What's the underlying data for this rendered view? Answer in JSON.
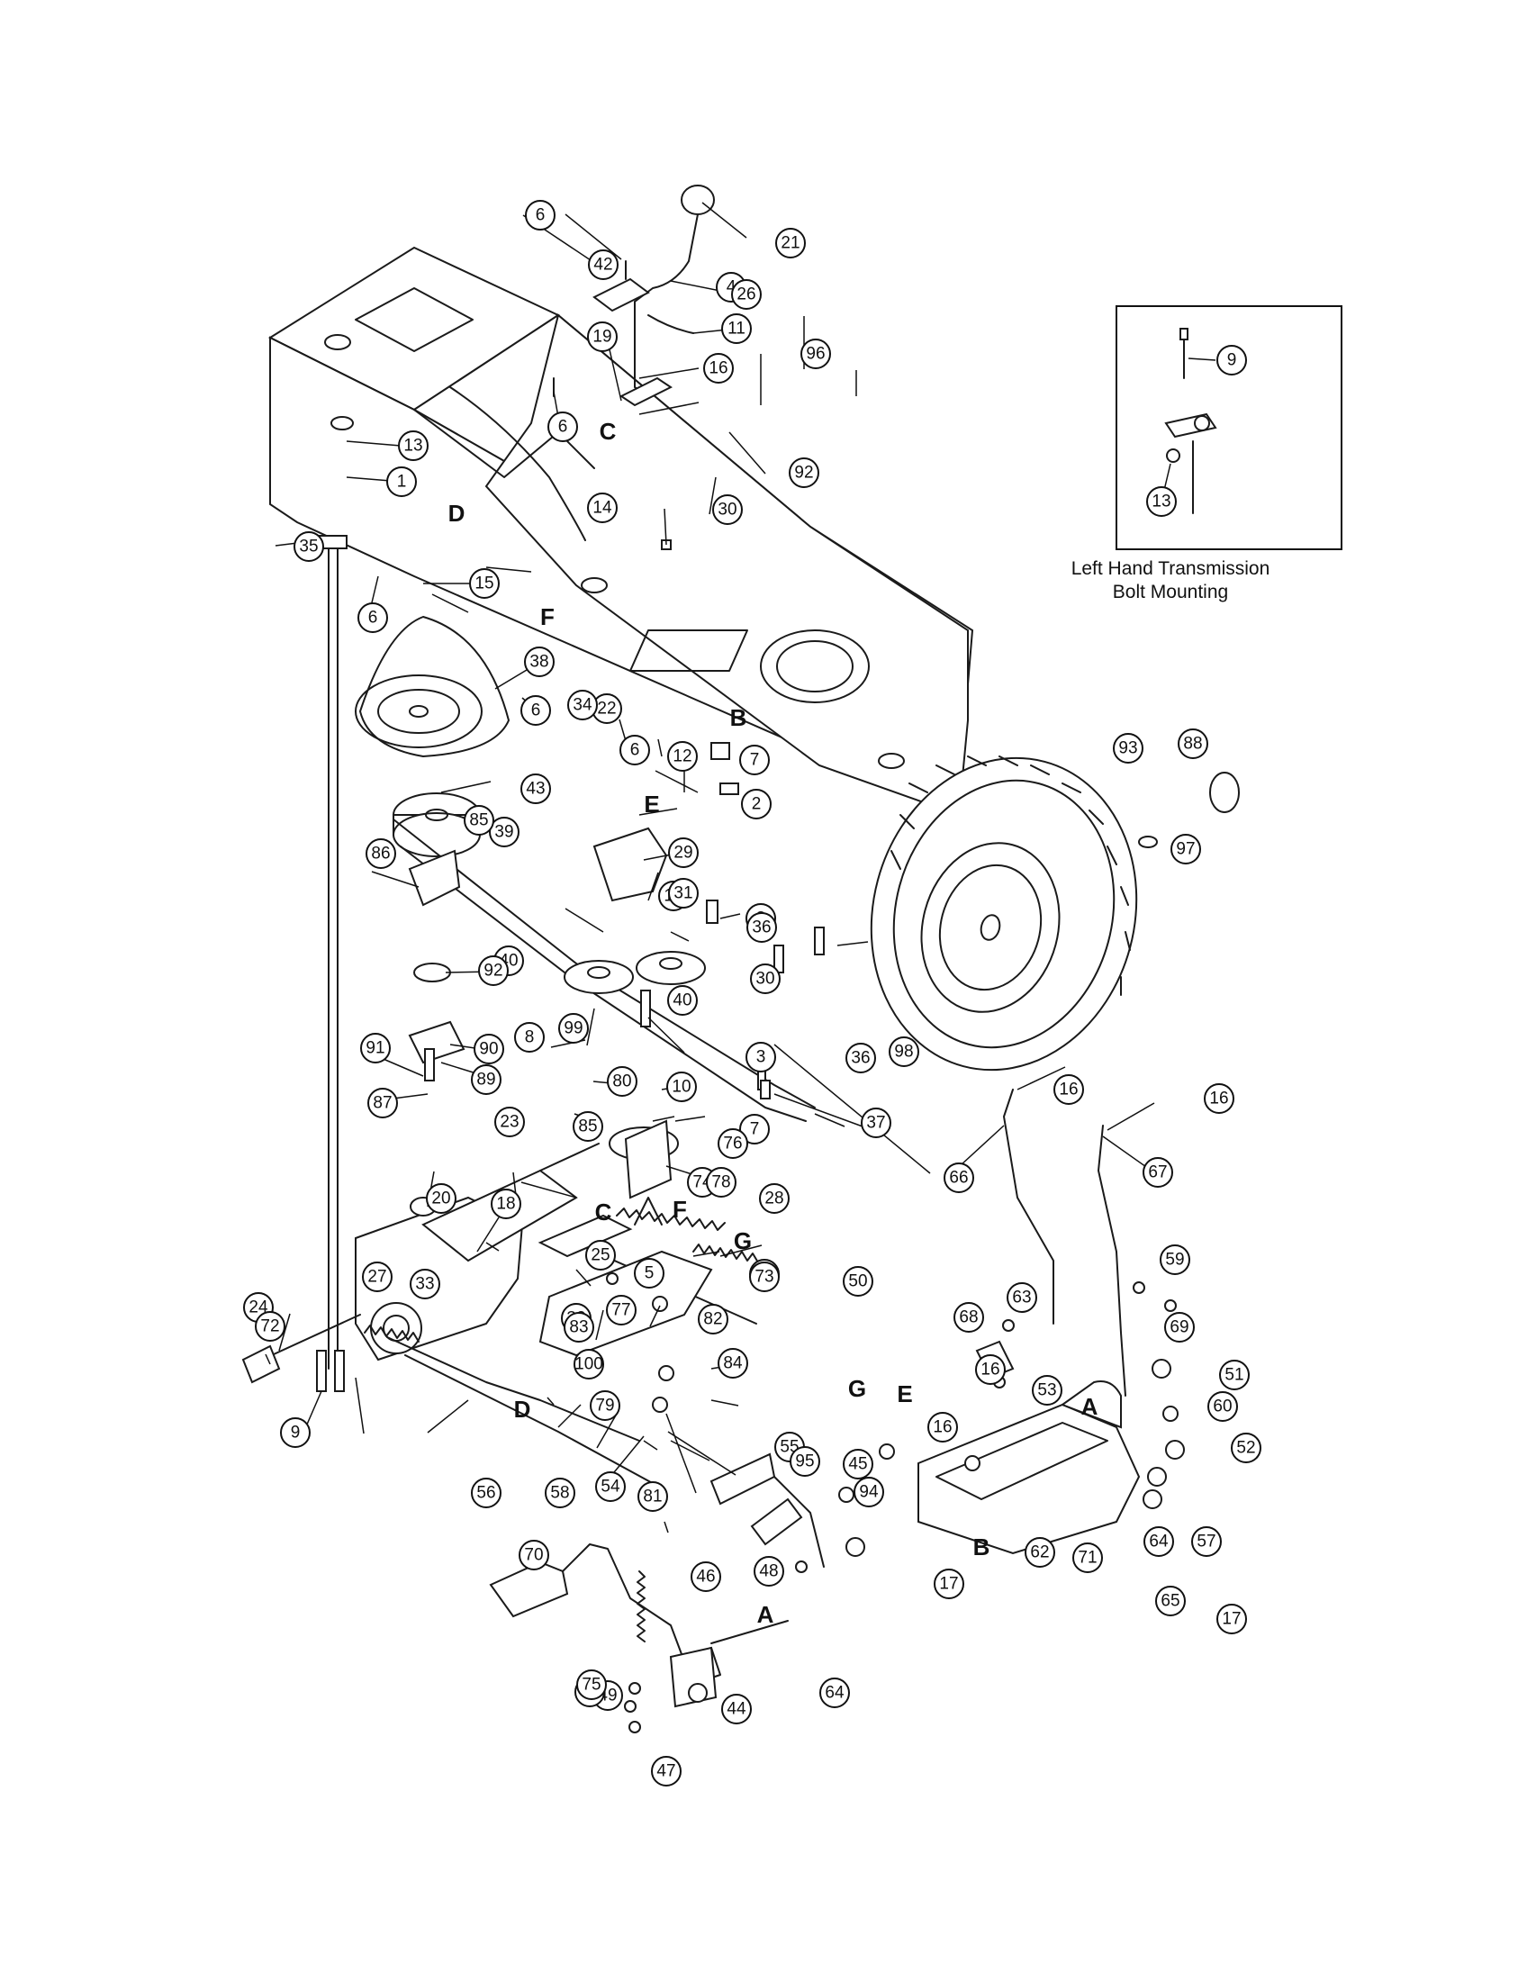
{
  "inset": {
    "title_line1": "Left Hand Transmission",
    "title_line2": "Bolt Mounting",
    "callouts": [
      "9",
      "13"
    ]
  },
  "letter_labels": [
    "A",
    "A",
    "B",
    "B",
    "C",
    "C",
    "D",
    "D",
    "E",
    "E",
    "F",
    "F",
    "G",
    "G"
  ],
  "callouts": [
    "1",
    "2",
    "3",
    "3",
    "4",
    "5",
    "6",
    "6",
    "6",
    "6",
    "6",
    "7",
    "7",
    "8",
    "9",
    "10",
    "11",
    "12",
    "12",
    "13",
    "14",
    "15",
    "16",
    "16",
    "16",
    "16",
    "16",
    "17",
    "17",
    "18",
    "19",
    "20",
    "21",
    "22",
    "23",
    "24",
    "25",
    "26",
    "27",
    "28",
    "29",
    "30",
    "30",
    "31",
    "32",
    "33",
    "34",
    "35",
    "36",
    "36",
    "37",
    "38",
    "39",
    "40",
    "40",
    "41",
    "42",
    "43",
    "44",
    "45",
    "46",
    "47",
    "48",
    "49",
    "50",
    "51",
    "52",
    "53",
    "54",
    "55",
    "56",
    "57",
    "58",
    "59",
    "60",
    "61",
    "62",
    "63",
    "64",
    "64",
    "65",
    "66",
    "67",
    "68",
    "69",
    "70",
    "71",
    "72",
    "73",
    "74",
    "75",
    "76",
    "77",
    "78",
    "79",
    "80",
    "81",
    "82",
    "83",
    "84",
    "85",
    "85",
    "86",
    "87",
    "88",
    "89",
    "90",
    "91",
    "92",
    "92",
    "93",
    "94",
    "95",
    "96",
    "97",
    "98",
    "99",
    "100"
  ]
}
